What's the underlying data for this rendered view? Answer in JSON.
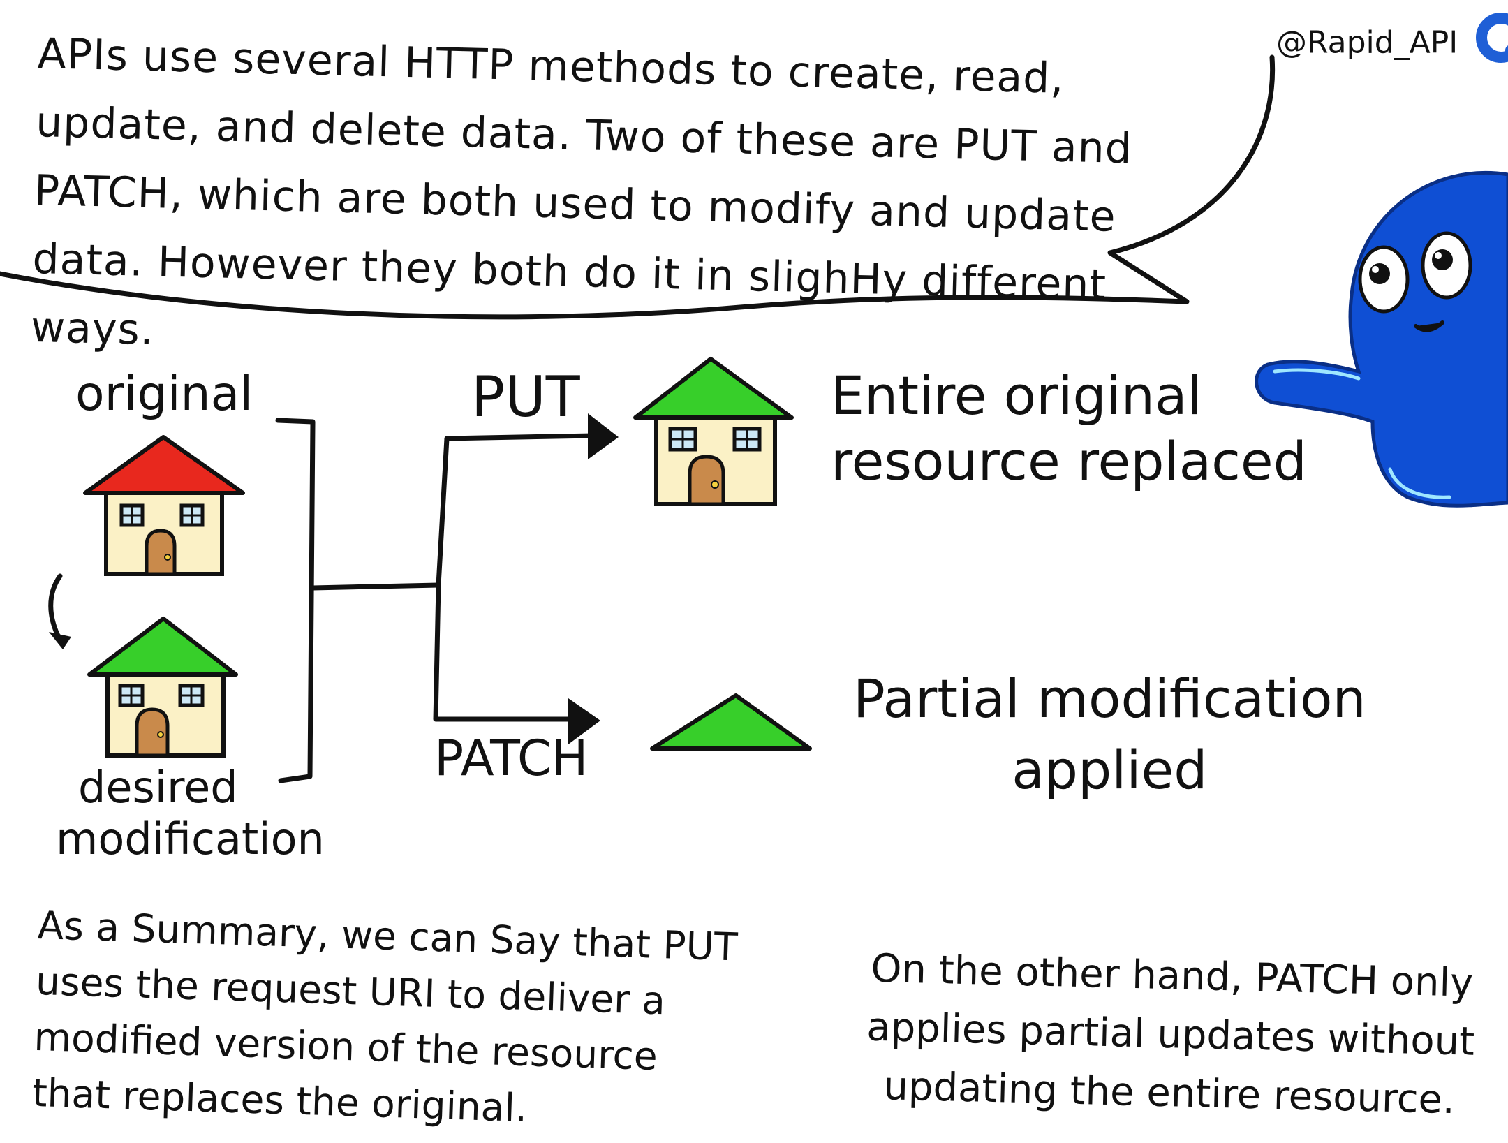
{
  "intro_text": "APIs use several HTTP methods to create, read, update, and delete data. Two of these are PUT and PATCH, which are both used to modify and update data. However they both do it in slighHy different ways.",
  "brand": {
    "handle": "@Rapid_API",
    "logo_icon": "rapidapi-logo-icon",
    "accent_color": "#1f5fd6"
  },
  "diagram": {
    "original_label": "original",
    "desired_label_line1": "desired",
    "desired_label_line2": "modification",
    "put_label": "PUT",
    "patch_label": "PATCH",
    "put_result_line1": "Entire original",
    "put_result_line2": "resource replaced",
    "patch_result_line1": "Partial modification",
    "patch_result_line2": "applied",
    "colors": {
      "original_roof": "#e8281e",
      "modified_roof": "#37cf2a",
      "house_wall": "#fbf1c6",
      "door": "#c98a4b",
      "window": "#cde8f5",
      "mascot": "#0f4fd4"
    },
    "icons": [
      "house-original-icon",
      "house-modified-icon",
      "house-put-icon",
      "roof-patch-icon",
      "octopus-mascot-icon",
      "curved-arrow-icon"
    ]
  },
  "summary_left": "As a Summary, we can Say that PUT uses the request URI to deliver a modified version of the resource that replaces the original.",
  "summary_right": "On the other hand, PATCH only applies partial updates without updating the entire resource."
}
